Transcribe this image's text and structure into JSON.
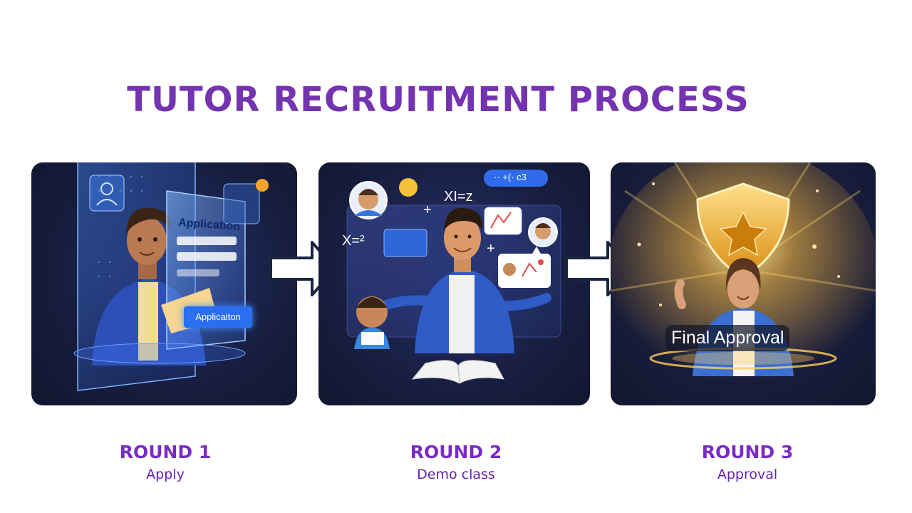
{
  "title": "TUTOR RECRUITMENT PROCESS",
  "steps": [
    {
      "round": "ROUND 1",
      "name": "Apply",
      "illustration": {
        "form_title": "Application",
        "button_label": "Applicaiton"
      }
    },
    {
      "round": "ROUND 2",
      "name": "Demo class",
      "illustration": {
        "formula_1": "XI=z",
        "formula_2": "X=²",
        "formula_3": "·· +(· c3",
        "plus_1": "+",
        "plus_2": "+"
      }
    },
    {
      "round": "ROUND 3",
      "name": "Approval",
      "illustration": {
        "badge_text": "Final Approval"
      }
    }
  ],
  "colors": {
    "title": "#7434b0",
    "round_title": "#7a2bc4",
    "round_subtitle": "#6a1fb5",
    "panel_bg": "#161c3c",
    "glow": "#ffd36a"
  },
  "icons": {
    "arrow": "right-arrow-icon",
    "shield": "shield-star-icon",
    "avatar": "avatar-icon",
    "book": "open-book-icon"
  }
}
